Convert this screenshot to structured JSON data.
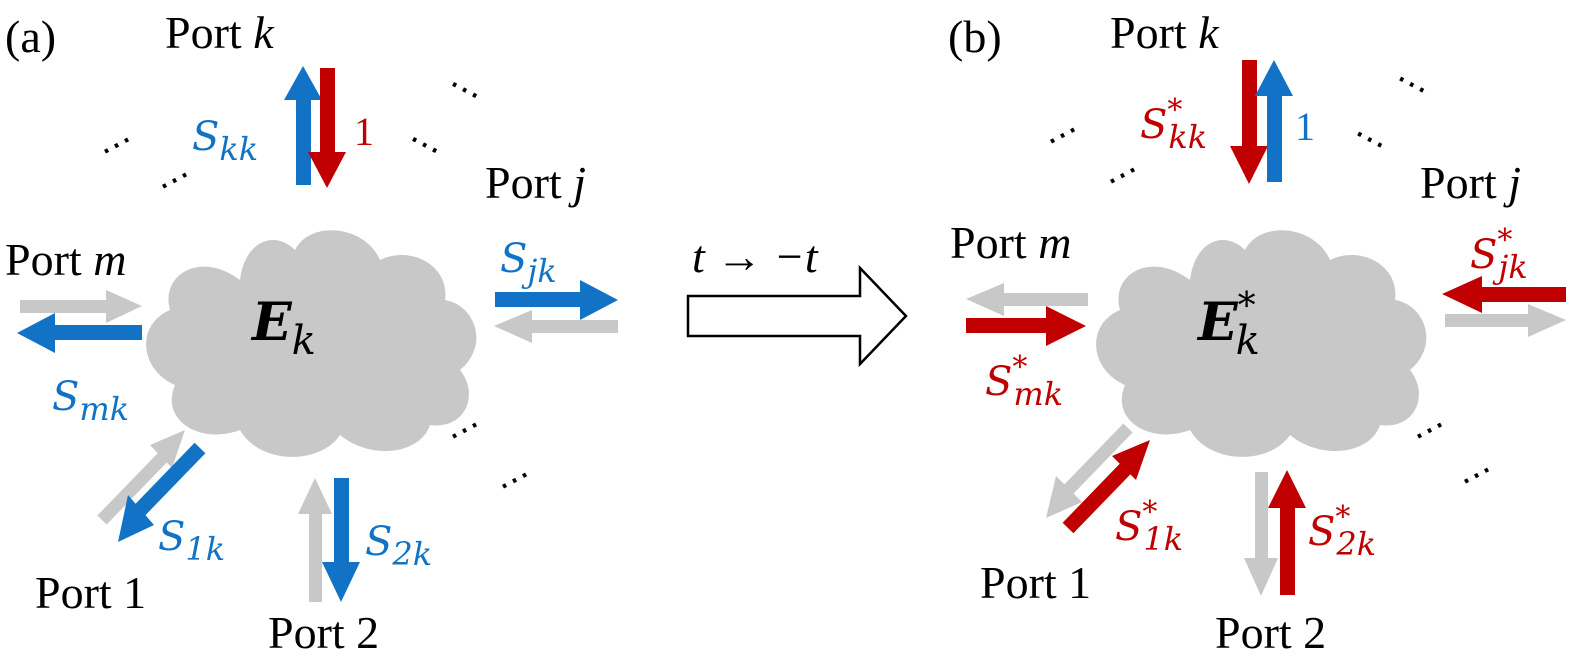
{
  "colors": {
    "blue": "#1273c6",
    "red": "#c00000",
    "gray": "#c8c8c8",
    "cloud": "#c8c8c8"
  },
  "panel_a": {
    "tag": "(a)",
    "port_k": {
      "word": "Port",
      "sym": "k"
    },
    "port_j": {
      "word": "Port",
      "sym": "j"
    },
    "port_m": {
      "word": "Port",
      "sym": "m"
    },
    "port_1": "Port 1",
    "port_2": "Port 2",
    "field": {
      "sym": "E",
      "sub": "k"
    },
    "skk": {
      "sym": "S",
      "sub": "kk"
    },
    "one": "1",
    "sjk": {
      "sym": "S",
      "sub": "jk"
    },
    "smk": {
      "sym": "S",
      "sub": "mk"
    },
    "s1k": {
      "sym": "S",
      "sub": "1k"
    },
    "s2k": {
      "sym": "S",
      "sub": "2k"
    }
  },
  "transform": {
    "label_left": "t",
    "label_arrow": "→",
    "label_right": "−t"
  },
  "panel_b": {
    "tag": "(b)",
    "port_k": {
      "word": "Port",
      "sym": "k"
    },
    "port_j": {
      "word": "Port",
      "sym": "j"
    },
    "port_m": {
      "word": "Port",
      "sym": "m"
    },
    "port_1": "Port 1",
    "port_2": "Port 2",
    "field": {
      "sym": "E",
      "sup": "*",
      "sub": "k"
    },
    "skk": {
      "sym": "S",
      "sup": "*",
      "sub": "kk"
    },
    "one": "1",
    "sjk": {
      "sym": "S",
      "sup": "*",
      "sub": "jk"
    },
    "smk": {
      "sym": "S",
      "sup": "*",
      "sub": "mk"
    },
    "s1k": {
      "sym": "S",
      "sup": "*",
      "sub": "1k"
    },
    "s2k": {
      "sym": "S",
      "sup": "*",
      "sub": "2k"
    }
  },
  "ellipsis": "⋯"
}
